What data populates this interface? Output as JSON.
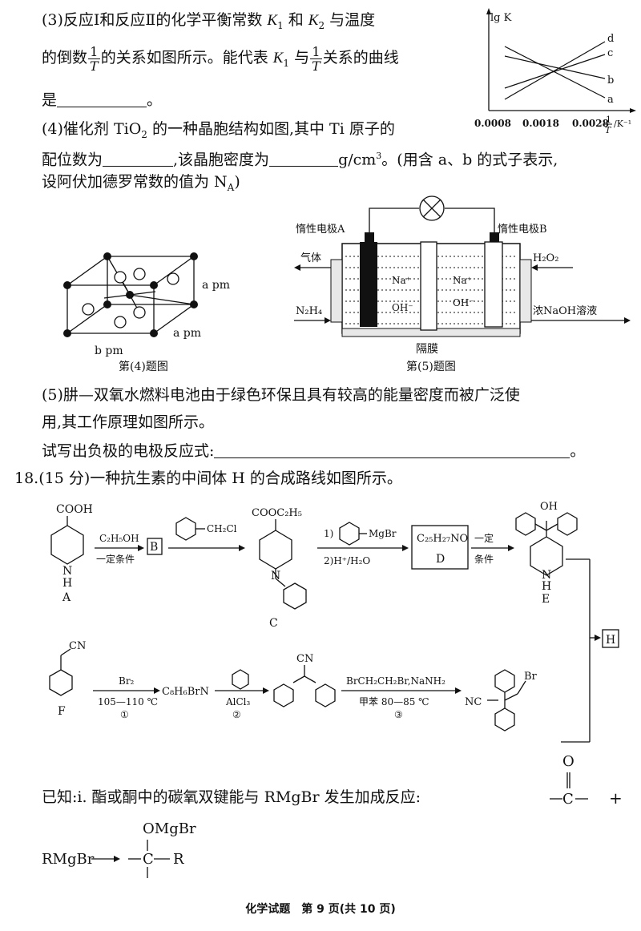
{
  "q3": {
    "line1_prefix": "(3)反应Ⅰ和反应Ⅱ的化学平衡常数 ",
    "k1": "K",
    "k1_sub": "1",
    "and": " 和 ",
    "k2": "K",
    "k2_sub": "2",
    "line1_suffix": " 与温度",
    "line2_prefix": "的倒数",
    "frac_num": "1",
    "frac_den": "T",
    "line2_mid": "的关系如图所示。能代表 ",
    "line2_k1": "K",
    "line2_k1_sub": "1",
    "line2_mid2": " 与",
    "line2_suffix": "关系的曲线",
    "line3": "是",
    "line3_end": "。"
  },
  "graph": {
    "ylabel": "lg K",
    "xticks": [
      "0.0008",
      "0.0018",
      "0.0028"
    ],
    "xlabel_num": "1",
    "xlabel_den": "T",
    "xunit": "/K⁻¹",
    "curves": [
      "d",
      "c",
      "b",
      "a"
    ]
  },
  "q4": {
    "line1": "(4)催化剂 TiO",
    "line1_sub": "2",
    "line1_rest": " 的一种晶胞结构如图,其中 Ti 原子的",
    "line2_prefix": "配位数为",
    "line2_mid": ",该晶胞密度为",
    "line2_unit": "g/cm",
    "line2_sup": "3",
    "line2_rest": "。(用含 a、b 的式子表示,",
    "line3": "设阿伏加德罗常数的值为 N",
    "line3_sub": "A",
    "line3_end": ")"
  },
  "cell": {
    "a_top": "a pm",
    "a_side": "a pm",
    "b_bottom": "b pm",
    "caption": "第(4)题图"
  },
  "battery": {
    "electrode_a": "惰性电极A",
    "electrode_b": "惰性电极B",
    "gas_out": "气体",
    "n2h4": "N₂H₄",
    "h2o2": "H₂O₂",
    "naoh_out": "浓NaOH溶液",
    "na_left": "Na⁺",
    "na_right": "Na⁺",
    "oh_left": "OH⁻",
    "oh_right": "OH⁻",
    "membrane": "隔膜",
    "caption": "第(5)题图"
  },
  "q5": {
    "line1": "(5)肼—双氧水燃料电池由于绿色环保且具有较高的能量密度而被广泛使",
    "line2": "用,其工作原理如图所示。",
    "line3": "试写出负极的电极反应式:",
    "line3_end": "。"
  },
  "q18": {
    "title": "18.(15 分)一种抗生素的中间体 H 的合成路线如图所示。"
  },
  "scheme": {
    "A": "A",
    "B": "B",
    "C": "C",
    "D": "D",
    "E": "E",
    "F": "F",
    "H": "H",
    "cooh": "COOH",
    "cooc2h5": "COOC₂H₅",
    "nh": "N",
    "nh_h": "H",
    "oh": "OH",
    "cn": "CN",
    "br": "Br",
    "nc": "NC",
    "reagent_ab_top": "C₂H₅OH",
    "reagent_ab_bot": "一定条件",
    "reagent_bc": "CH₂Cl",
    "reagent_cd_1": "1)",
    "reagent_cd_mgbr": "MgBr",
    "reagent_cd_2": "2)H⁺/H₂O",
    "d_formula": "C₂₅H₂₇NO",
    "reagent_de_top": "一定",
    "reagent_de_bot": "条件",
    "step1_top": "Br₂",
    "step1_bot": "105—110 ℃",
    "step1_num": "①",
    "intermediate": "C₈H₆BrN",
    "step2_bot": "AlCl₃",
    "step2_num": "②",
    "step3_top": "BrCH₂CH₂Br,NaNH₂",
    "step3_bot": "甲苯 80—85 ℃",
    "step3_num": "③"
  },
  "known": {
    "line1": "已知:ⅰ. 酯或酮中的碳氧双键能与 RMgBr 发生加成反应:",
    "o": "O",
    "c": "C",
    "plus": "+",
    "rmgbr": "RMgBr",
    "omgbr": "OMgBr",
    "r": "R"
  },
  "footer": {
    "text": "化学试题　第 9 页(共 10 页)"
  }
}
